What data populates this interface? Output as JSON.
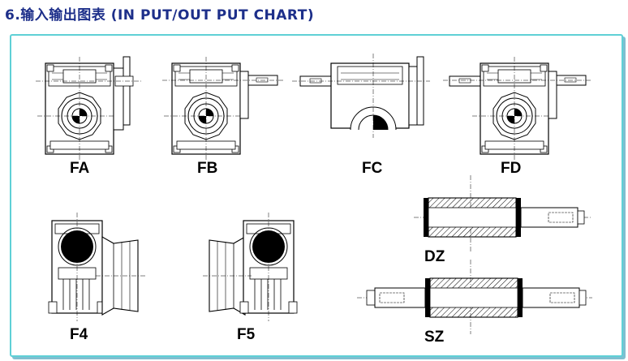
{
  "header": {
    "title": "6.输入输出图表 (IN PUT/OUT PUT CHART)"
  },
  "diagrams": {
    "fa": "FA",
    "fb": "FB",
    "fc": "FC",
    "fd": "FD",
    "f4": "F4",
    "f5": "F5",
    "dz": "DZ",
    "sz": "SZ"
  },
  "colors": {
    "title": "#1d2f8a",
    "frame_border": "#5fd0d6",
    "frame_shadow": "#7fbfd0"
  }
}
